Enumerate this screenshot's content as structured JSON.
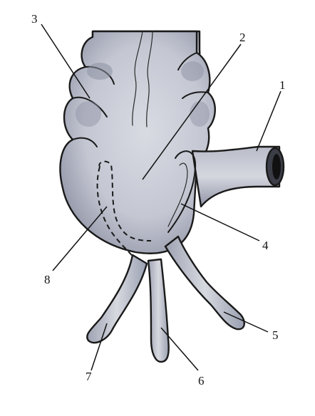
{
  "diagram": {
    "labels": [
      {
        "id": "1",
        "text": "1"
      },
      {
        "id": "2",
        "text": "2"
      },
      {
        "id": "3",
        "text": "3"
      },
      {
        "id": "4",
        "text": "4"
      },
      {
        "id": "5",
        "text": "5"
      },
      {
        "id": "6",
        "text": "6"
      },
      {
        "id": "7",
        "text": "7"
      },
      {
        "id": "8",
        "text": "8"
      }
    ],
    "colors": {
      "organ_fill": "#c9ccd6",
      "organ_shadow": "#7e8294",
      "highlight": "#eef0f4",
      "outline": "#1a1a1a"
    }
  }
}
